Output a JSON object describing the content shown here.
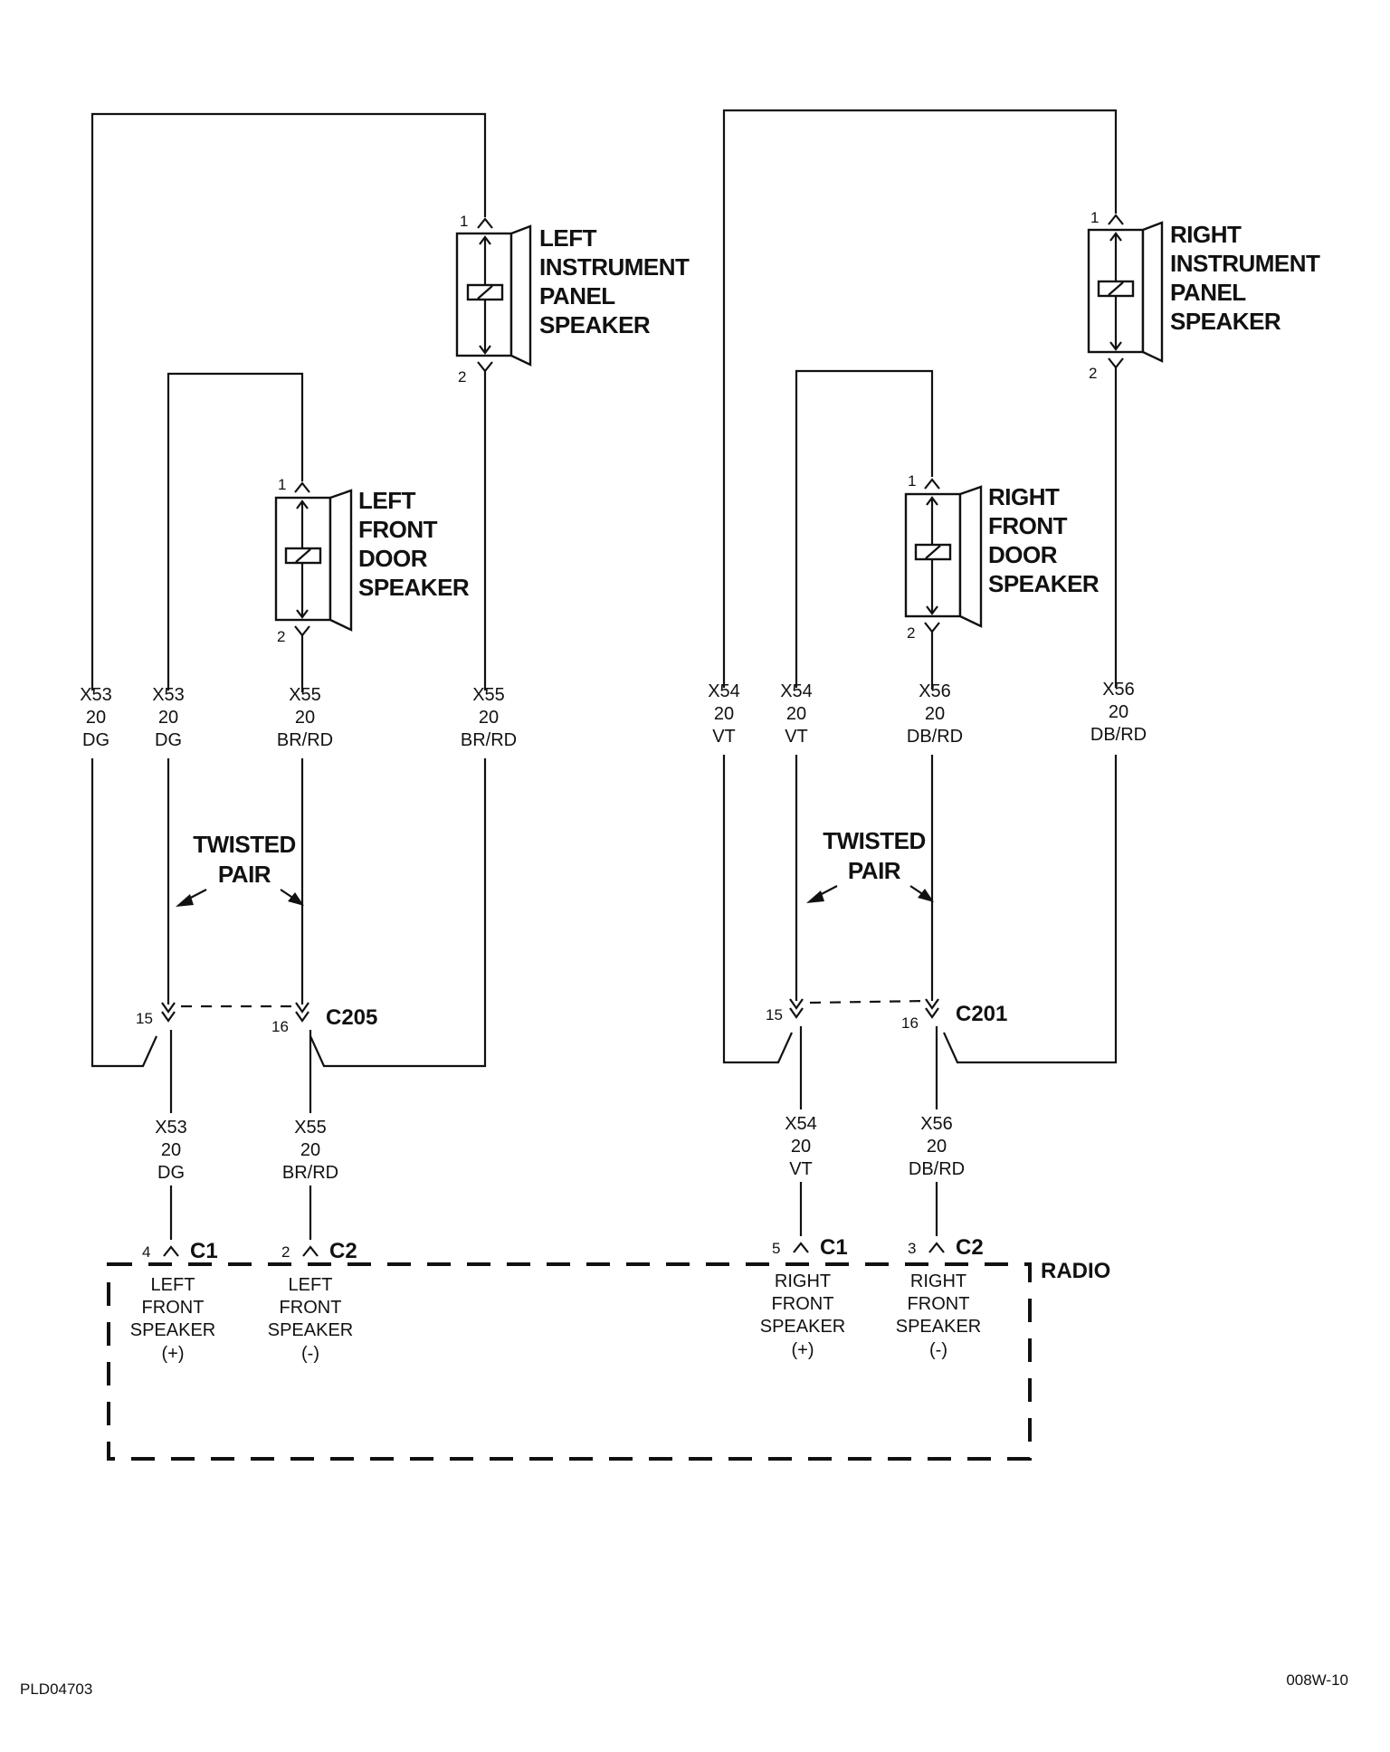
{
  "left_circuit": {
    "ip_speaker": {
      "lines": [
        "LEFT",
        "INSTRUMENT",
        "PANEL",
        "SPEAKER"
      ],
      "pin_top": "1",
      "pin_bottom": "2"
    },
    "door_speaker": {
      "lines": [
        "LEFT",
        "FRONT",
        "DOOR",
        "SPEAKER"
      ],
      "pin_top": "1",
      "pin_bottom": "2"
    },
    "wires_upper": [
      {
        "circuit": "X53",
        "gauge": "20",
        "color": "DG"
      },
      {
        "circuit": "X53",
        "gauge": "20",
        "color": "DG"
      },
      {
        "circuit": "X55",
        "gauge": "20",
        "color": "BR/RD"
      },
      {
        "circuit": "X55",
        "gauge": "20",
        "color": "BR/RD"
      }
    ],
    "twisted_pair": [
      "TWISTED",
      "PAIR"
    ],
    "connector": {
      "name": "C205",
      "pin_a": "15",
      "pin_b": "16"
    },
    "wires_lower": [
      {
        "circuit": "X53",
        "gauge": "20",
        "color": "DG"
      },
      {
        "circuit": "X55",
        "gauge": "20",
        "color": "BR/RD"
      }
    ],
    "radio_pins": [
      {
        "pin": "4",
        "connector": "C1",
        "lines": [
          "LEFT",
          "FRONT",
          "SPEAKER",
          "(+)"
        ]
      },
      {
        "pin": "2",
        "connector": "C2",
        "lines": [
          "LEFT",
          "FRONT",
          "SPEAKER",
          "(-)"
        ]
      }
    ]
  },
  "right_circuit": {
    "ip_speaker": {
      "lines": [
        "RIGHT",
        "INSTRUMENT",
        "PANEL",
        "SPEAKER"
      ],
      "pin_top": "1",
      "pin_bottom": "2"
    },
    "door_speaker": {
      "lines": [
        "RIGHT",
        "FRONT",
        "DOOR",
        "SPEAKER"
      ],
      "pin_top": "1",
      "pin_bottom": "2"
    },
    "wires_upper": [
      {
        "circuit": "X54",
        "gauge": "20",
        "color": "VT"
      },
      {
        "circuit": "X54",
        "gauge": "20",
        "color": "VT"
      },
      {
        "circuit": "X56",
        "gauge": "20",
        "color": "DB/RD"
      },
      {
        "circuit": "X56",
        "gauge": "20",
        "color": "DB/RD"
      }
    ],
    "twisted_pair": [
      "TWISTED",
      "PAIR"
    ],
    "connector": {
      "name": "C201",
      "pin_a": "15",
      "pin_b": "16"
    },
    "wires_lower": [
      {
        "circuit": "X54",
        "gauge": "20",
        "color": "VT"
      },
      {
        "circuit": "X56",
        "gauge": "20",
        "color": "DB/RD"
      }
    ],
    "radio_pins": [
      {
        "pin": "5",
        "connector": "C1",
        "lines": [
          "RIGHT",
          "FRONT",
          "SPEAKER",
          "(+)"
        ]
      },
      {
        "pin": "3",
        "connector": "C2",
        "lines": [
          "RIGHT",
          "FRONT",
          "SPEAKER",
          "(-)"
        ]
      }
    ]
  },
  "radio": {
    "label": "RADIO"
  },
  "footer": {
    "left_code": "PLD04703",
    "right_code": "008W-10"
  }
}
